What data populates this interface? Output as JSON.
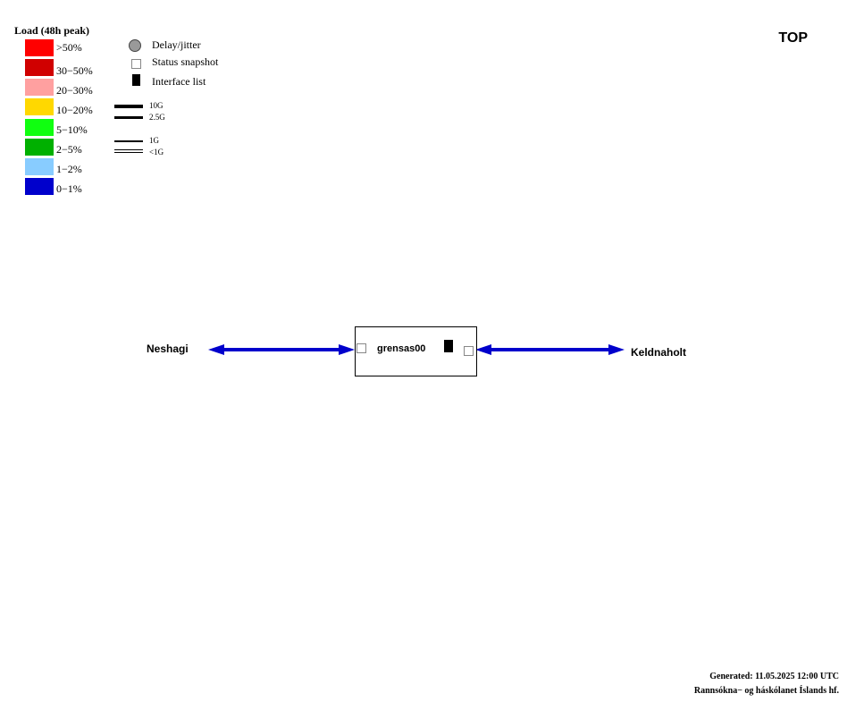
{
  "page": {
    "title": "TOP"
  },
  "legend": {
    "title": "Load (48h peak)",
    "load_levels": [
      {
        "label": ">50%",
        "color": "#ff0000"
      },
      {
        "label": "30−50%",
        "color": "#d00000"
      },
      {
        "label": "20−30%",
        "color": "#ffa0a0"
      },
      {
        "label": "10−20%",
        "color": "#ffd800"
      },
      {
        "label": "5−10%",
        "color": "#10ff10"
      },
      {
        "label": "2−5%",
        "color": "#00b000"
      },
      {
        "label": "1−2%",
        "color": "#88ccff"
      },
      {
        "label": "0−1%",
        "color": "#0000cc"
      }
    ],
    "symbols": {
      "delay": "Delay/jitter",
      "status": "Status snapshot",
      "interfaces": "Interface list"
    },
    "speeds": {
      "s10g": "10G",
      "s2_5g": "2.5G",
      "s1g": "1G",
      "lt1g": "<1G"
    }
  },
  "diagram": {
    "router": {
      "name": "grensas00"
    },
    "sites": {
      "left": "Neshagi",
      "right": "Keldnaholt"
    },
    "link_color": "#0000cc"
  },
  "footer": {
    "generated": "Generated:  11.05.2025 12:00 UTC",
    "org": "Rannsókna− og háskólanet Íslands hf."
  }
}
